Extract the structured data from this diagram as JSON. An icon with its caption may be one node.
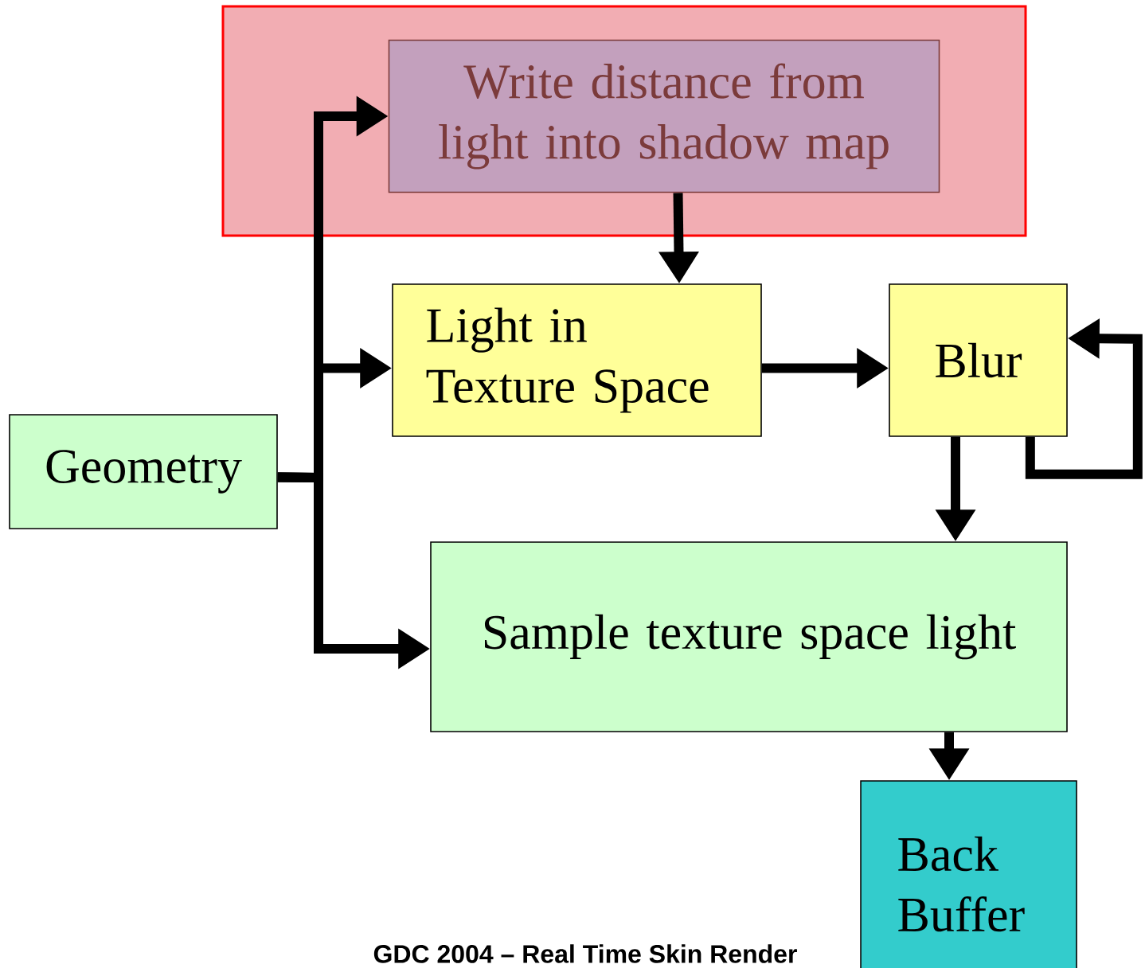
{
  "diagram": {
    "nodes": [
      {
        "text": [],
        "shape": "box"
      },
      {
        "text": [
          "Write distance from light into shadow map"
        ],
        "in": 0
      },
      {
        "text": [
          "Light in Texture Space"
        ]
      },
      {
        "text": [
          "Blur"
        ]
      },
      {
        "text": [
          "Geometry"
        ]
      },
      {
        "text": [
          "Sample texture space light"
        ]
      },
      {
        "text": [
          "Back Buffer"
        ]
      }
    ],
    "edges": [
      {
        "from": 4,
        "to": 1,
        "arrow": "to"
      },
      {
        "from": 4,
        "to": 2,
        "arrow": "to"
      },
      {
        "from": 4,
        "to": 5,
        "arrow": "to"
      },
      {
        "from": 1,
        "to": 2,
        "arrow": "to"
      },
      {
        "from": 2,
        "to": 3,
        "arrow": "to"
      },
      {
        "from": 3,
        "to": 3,
        "arrow": "to"
      },
      {
        "from": 3,
        "to": 5,
        "arrow": "to"
      },
      {
        "from": 5,
        "to": 6,
        "arrow": "to"
      }
    ],
    "labels": [
      "GDC 2004 – Real Time Skin Render"
    ]
  }
}
